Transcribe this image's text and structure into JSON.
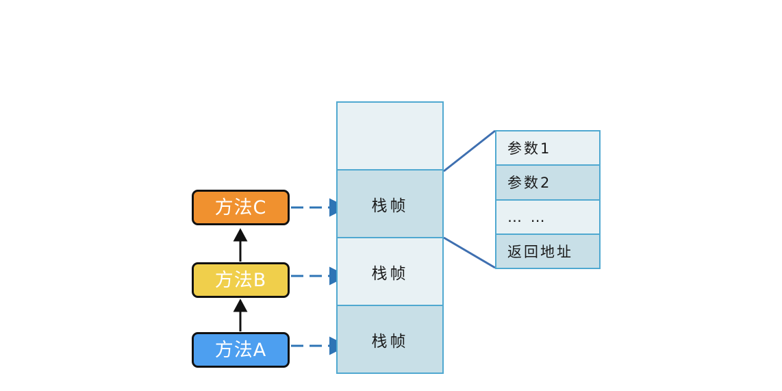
{
  "diagram": {
    "title": "Java method call stack frame diagram",
    "colors": {
      "method_c": "#F0912F",
      "method_b": "#F0CF4B",
      "method_a": "#4D9FF0",
      "cell_border": "#4FA8D0",
      "cell_light": "#E8F1F4",
      "cell_dark": "#C8DFE7",
      "dashed_arrow": "#2E74B5",
      "connector": "#3E6FB0",
      "call_arrow": "#111111",
      "box_border": "#111111",
      "method_text": "#FFFFFF",
      "cell_text": "#1A1A1A"
    },
    "methods": [
      {
        "id": "method-c",
        "label": "方法C"
      },
      {
        "id": "method-b",
        "label": "方法B"
      },
      {
        "id": "method-a",
        "label": "方法A"
      }
    ],
    "stack": {
      "cells": [
        {
          "label": "",
          "shade": "light"
        },
        {
          "label": "栈帧",
          "shade": "dark"
        },
        {
          "label": "栈帧",
          "shade": "light"
        },
        {
          "label": "栈帧",
          "shade": "dark"
        }
      ]
    },
    "detail_panel": {
      "rows": [
        {
          "label": "参数1",
          "shade": "light"
        },
        {
          "label": "参数2",
          "shade": "dark"
        },
        {
          "label": "… …",
          "shade": "light"
        },
        {
          "label": "返回地址",
          "shade": "dark"
        }
      ]
    },
    "arrows": {
      "call_a_to_b": "arrow-up",
      "call_b_to_c": "arrow-up",
      "map_c_to_frame1": "dashed-arrow-right",
      "map_b_to_frame2": "dashed-arrow-right",
      "map_a_to_frame3": "dashed-arrow-right"
    }
  }
}
